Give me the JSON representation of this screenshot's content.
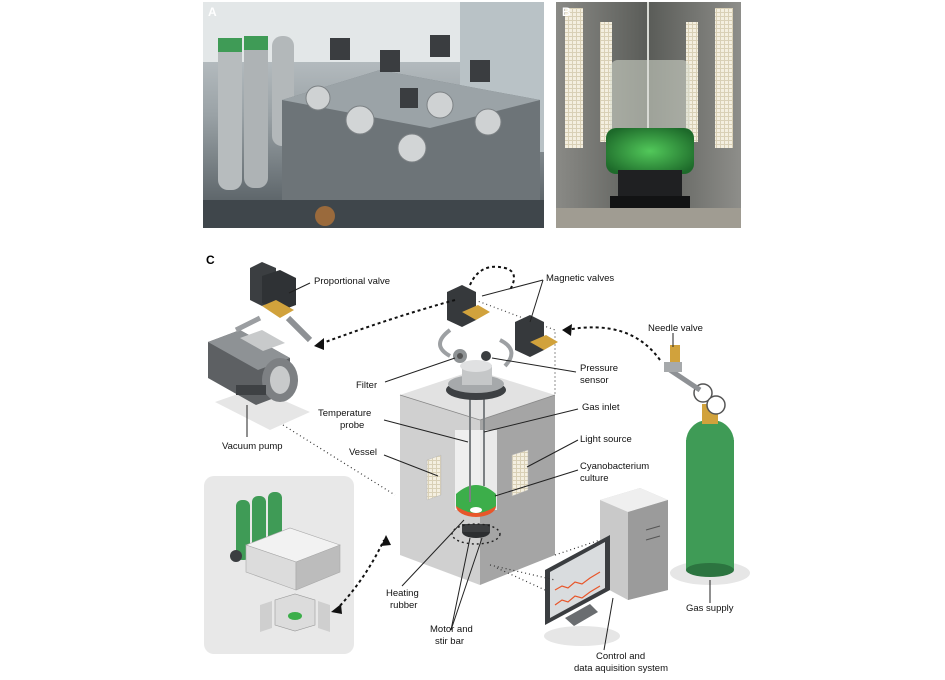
{
  "panels": {
    "a": {
      "letter": "A"
    },
    "b": {
      "letter": "B"
    },
    "c": {
      "letter": "C"
    }
  },
  "labels": {
    "proportional_valve": "Proportional valve",
    "magnetic_valves": "Magnetic valves",
    "needle_valve": "Needle valve",
    "filter": "Filter",
    "pressure_sensor_line1": "Pressure",
    "pressure_sensor_line2": "sensor",
    "temperature_probe_line1": "Temperature",
    "temperature_probe_line2": "probe",
    "gas_inlet": "Gas inlet",
    "light_source": "Light source",
    "vessel": "Vessel",
    "cyanobacterium_line1": "Cyanobacterium",
    "cyanobacterium_line2": "culture",
    "vacuum_pump": "Vacuum pump",
    "gas_supply": "Gas supply",
    "heating_rubber_line1": "Heating",
    "heating_rubber_line2": "rubber",
    "motor_line1": "Motor and",
    "motor_line2": "stir bar",
    "control_line1": "Control and",
    "control_line2": "data aquisition system"
  },
  "colors": {
    "culture_green": "#3cae4a",
    "heating_orange": "#e8562a",
    "cylinder_green": "#3f9b56",
    "brass": "#c9942e"
  }
}
